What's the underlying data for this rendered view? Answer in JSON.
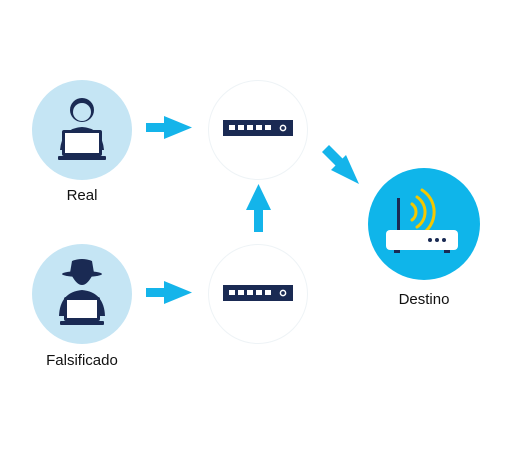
{
  "nodes": {
    "real_label": "Real",
    "spoofed_label": "Falsificado",
    "destination_label": "Destino"
  },
  "colors": {
    "person_circle": "#c5e5f4",
    "router_circle_border": "#eef3f6",
    "destination_circle": "#0fb5ea",
    "arrow": "#14b4ea",
    "navy": "#1a2a53",
    "wifi_yellow": "#f5c800"
  },
  "icons": {
    "real_user": "person-laptop-icon",
    "spoofed_user": "hacker-laptop-icon",
    "router_top": "router-icon",
    "router_bottom": "router-icon",
    "destination": "wifi-router-icon"
  }
}
